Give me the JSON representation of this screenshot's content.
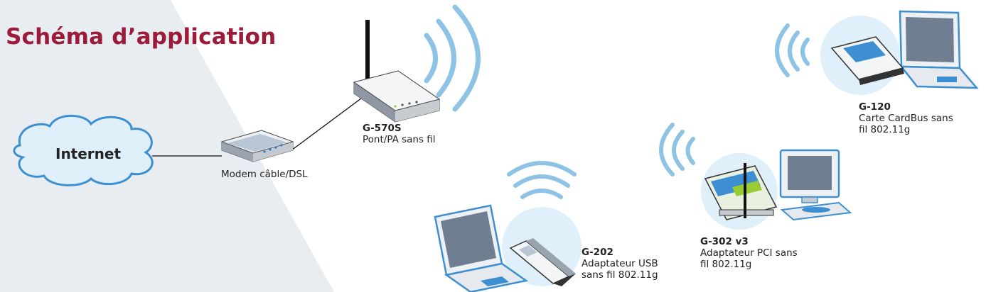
{
  "title": "Schéma d’application",
  "colors": {
    "title": "#9c1b3a",
    "panel": "#e8edf2",
    "waves": "#8ec3e6",
    "bubble": "#dff0fa",
    "screen": "#707e92"
  },
  "nodes": {
    "internet": {
      "label": "Internet"
    },
    "modem": {
      "label": "Modem câble/DSL"
    },
    "router": {
      "name": "G-570S",
      "desc": "Pont/PA sans fil"
    },
    "usb": {
      "name": "G-202",
      "desc1": "Adaptateur USB",
      "desc2": "sans fil 802.11g"
    },
    "pci": {
      "name": "G-302 v3",
      "desc1": "Adaptateur PCI sans",
      "desc2": "fil 802.11g"
    },
    "cardbus": {
      "name": "G-120",
      "desc1": "Carte CardBus sans",
      "desc2": "fil 802.11g"
    }
  }
}
